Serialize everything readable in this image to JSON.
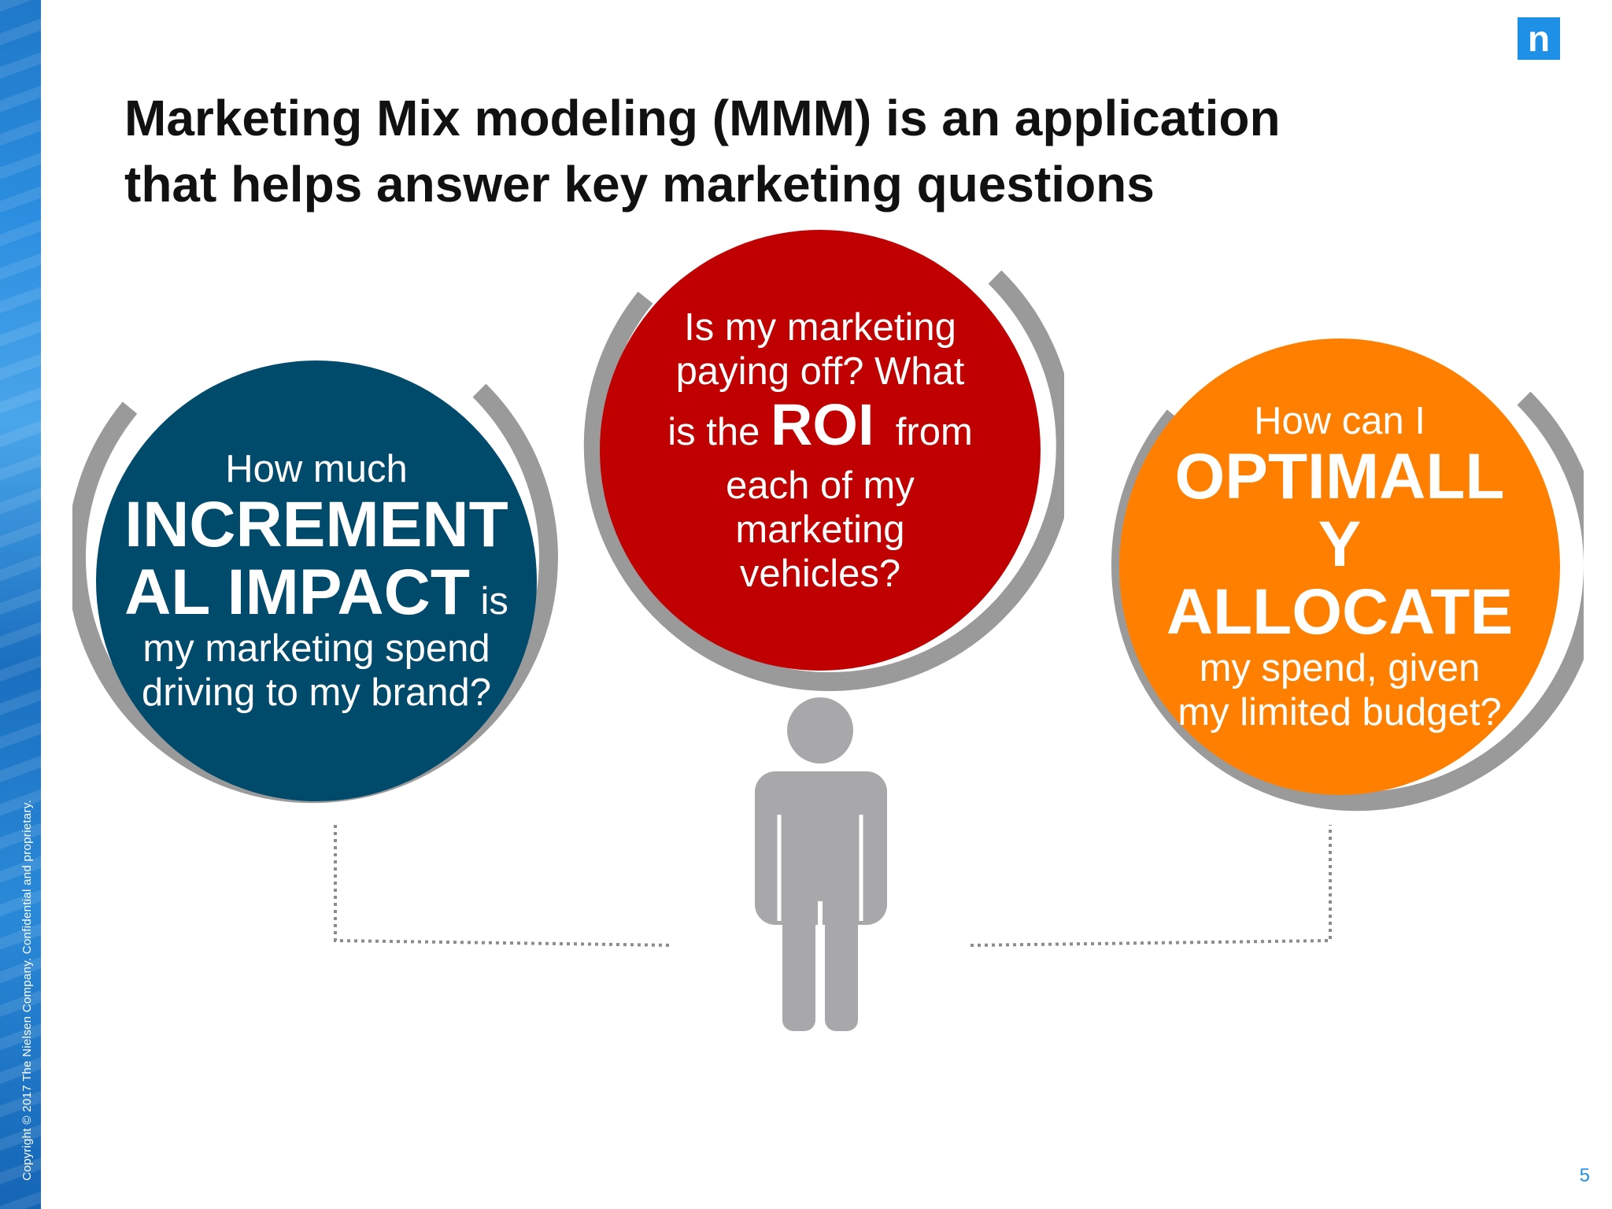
{
  "sidebar": {
    "copyright": "Copyright © 2017 The Nielsen Company. Confidential and proprietary."
  },
  "logo": {
    "glyph": "n",
    "color": "#1e90e6"
  },
  "slide": {
    "title_line1": "Marketing Mix modeling (MMM) is an application",
    "title_line2": "that helps answer key marketing questions",
    "page_number": "5"
  },
  "circles": {
    "left": {
      "color": "#004b6b",
      "line1": "How much",
      "bold1": "INCREMENT",
      "bold2": "AL IMPACT",
      "tail": " is",
      "line2": "my marketing spend",
      "line3": "driving to my brand?"
    },
    "center": {
      "color": "#c00000",
      "line1": "Is my marketing",
      "line2": "paying off? What",
      "pre": "is the ",
      "bold": "ROI",
      "post": "  from",
      "line3": "each of my",
      "line4": "marketing",
      "line5": "vehicles?"
    },
    "right": {
      "color": "#ff8000",
      "line1": "How can I",
      "bold1": "OPTIMALL",
      "bold2": "Y",
      "bold3": "ALLOCATE",
      "line2": "my spend, given",
      "line3": "my limited budget?"
    }
  },
  "icons": {
    "person": "person-icon",
    "ring": "ring-arc"
  },
  "colors": {
    "ring_gray": "#9a9a9b",
    "person_gray": "#a8a8aa",
    "connector_gray": "#8c8c8c"
  }
}
